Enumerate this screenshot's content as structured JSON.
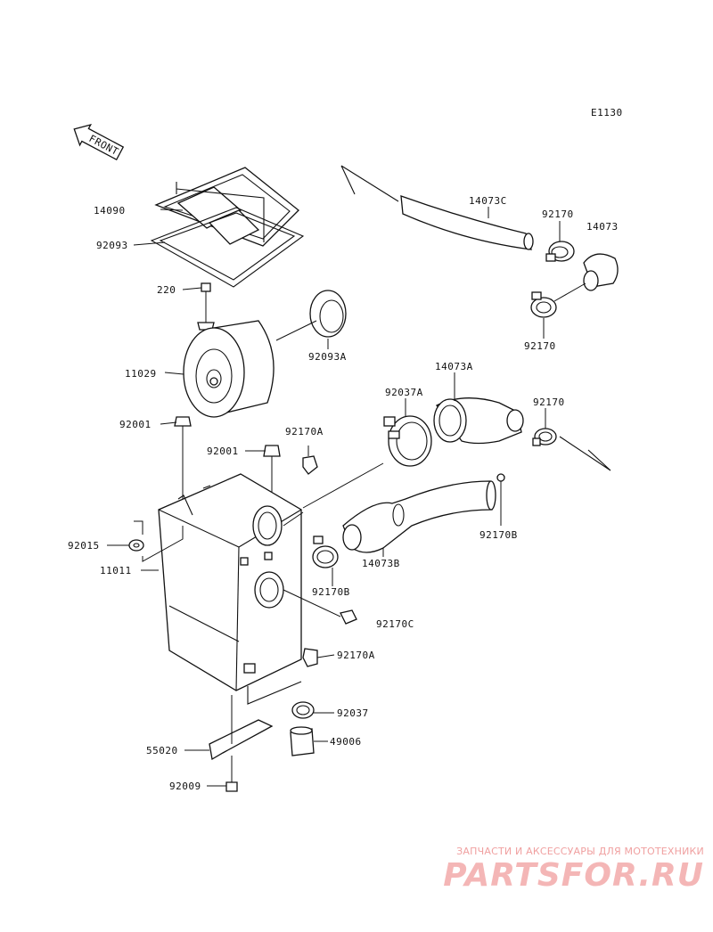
{
  "diagram_code": "E1130",
  "front_marker": "FRONT",
  "callouts": {
    "c14090": "14090",
    "c92093": "92093",
    "c220": "220",
    "c11029": "11029",
    "c92093A": "92093A",
    "c92001_left": "92001",
    "c92001_mid": "92001",
    "c92170A_top": "92170A",
    "c92015": "92015",
    "c11011": "11011",
    "c55020": "55020",
    "c92009": "92009",
    "c14073C": "14073C",
    "c92170_top": "92170",
    "c14073": "14073",
    "c92170_mid": "92170",
    "c14073A": "14073A",
    "c92037A": "92037A",
    "c92170_right": "92170",
    "c92170B_right": "92170B",
    "c14073B": "14073B",
    "c92170B_mid": "92170B",
    "c92170C": "92170C",
    "c92170A_bottom": "92170A",
    "c92037": "92037",
    "c49006": "49006"
  },
  "watermark": {
    "subtitle": "ЗАПЧАСТИ И АКСЕССУАРЫ ДЛЯ МОТОТЕХНИКИ",
    "logo": "PARTSFOR.RU"
  }
}
